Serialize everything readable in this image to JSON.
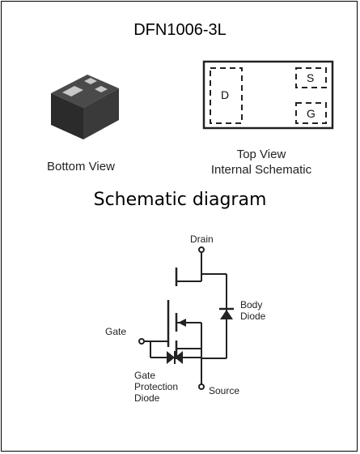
{
  "package": {
    "title": "DFN1006-3L"
  },
  "views": {
    "bottom": "Bottom View",
    "top_line1": "Top View",
    "top_line2": "Internal Schematic"
  },
  "pins": {
    "d": "D",
    "s": "S",
    "g": "G"
  },
  "schematic": {
    "title": "Schematic diagram",
    "drain": "Drain",
    "gate": "Gate",
    "source": "Source",
    "body_diode_1": "Body",
    "body_diode_2": "Diode",
    "gate_prot_1": "Gate",
    "gate_prot_2": "Protection",
    "gate_prot_3": "Diode"
  },
  "colors": {
    "package_body": "#2b2b2b",
    "pad": "#c8c8c8",
    "line": "#222222"
  }
}
